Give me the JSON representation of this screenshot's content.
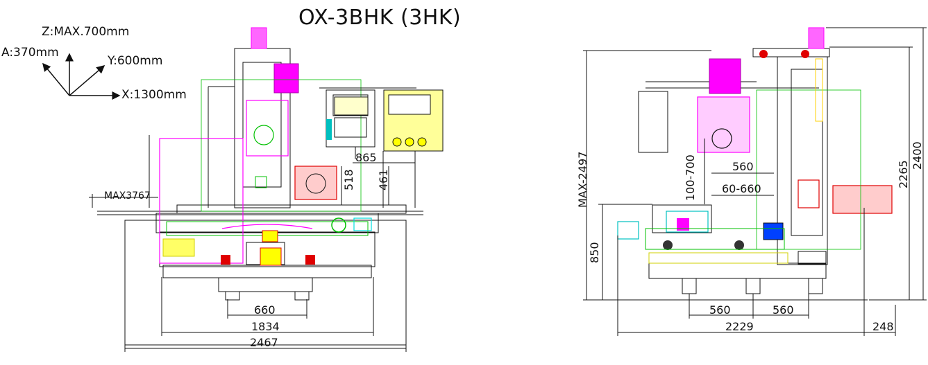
{
  "title": "OX-3BHK (3HK)",
  "axes": {
    "z": "Z:MAX.700mm",
    "a": "A:370mm",
    "y": "Y:600mm",
    "x": "X:1300mm"
  },
  "front_view": {
    "max_travel": "MAX3767",
    "dim_865": "865",
    "dim_518": "518",
    "dim_461": "461",
    "dim_660": "660",
    "dim_1834": "1834",
    "dim_2467": "2467"
  },
  "side_view": {
    "max_height": "MAX-2497",
    "dim_2400": "2400",
    "dim_2265": "2265",
    "dim_560_top": "560",
    "dim_100_700": "100-700",
    "dim_60_660": "60-660",
    "dim_850": "850",
    "dim_560_a": "560",
    "dim_560_b": "560",
    "dim_2229": "2229",
    "dim_248": "248"
  },
  "colors": {
    "line": "#111111",
    "magenta": "#ff00ff",
    "green": "#00c000",
    "red": "#e00000",
    "yellow": "#ffff00",
    "cyan": "#00e0e0",
    "blue": "#0040ff"
  }
}
